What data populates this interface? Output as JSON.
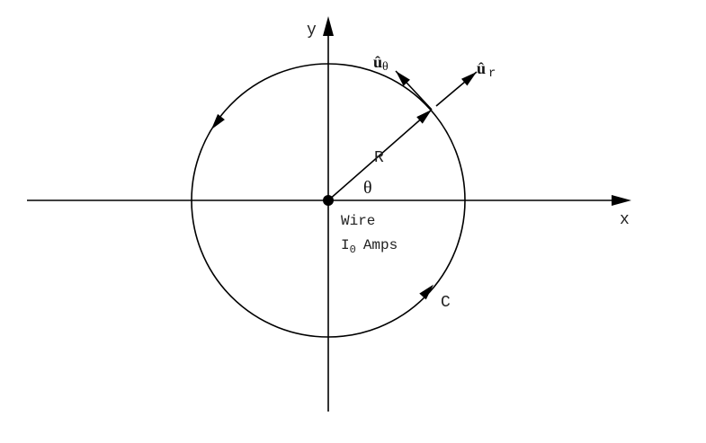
{
  "diagram": {
    "axis_x_label": "x",
    "axis_y_label": "y",
    "radius_label": "R",
    "angle_label": "θ",
    "wire_label": "Wire",
    "current_symbol": "I",
    "current_subscript": "0",
    "current_unit": "Amps",
    "contour_label": "C",
    "unit_theta_symbol": "û",
    "unit_theta_subscript": "θ",
    "unit_r_symbol": "û",
    "unit_r_subscript": "r",
    "line_color": "#000000"
  }
}
